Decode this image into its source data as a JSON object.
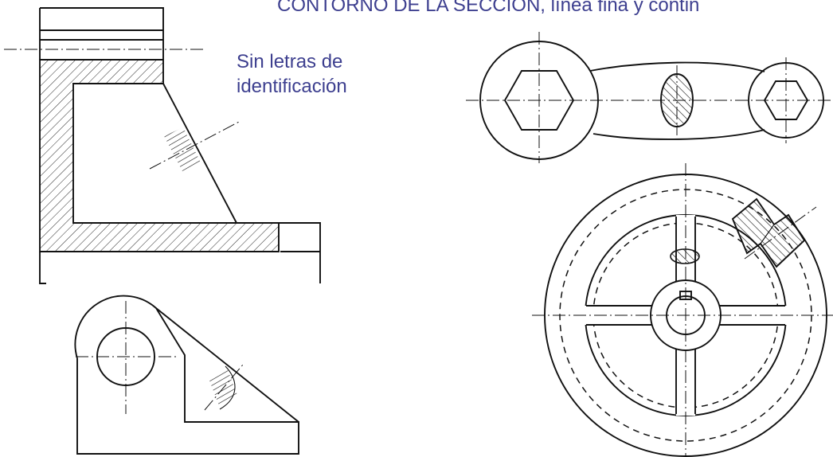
{
  "labels": {
    "top_caption": "CONTORNO DE LA SECCIÓN, línea fina y contin",
    "note_line1": "Sin letras de",
    "note_line2": "identificación"
  },
  "colors": {
    "caption_text": "#3d3f8f",
    "line": "#111111",
    "background": "#ffffff"
  }
}
